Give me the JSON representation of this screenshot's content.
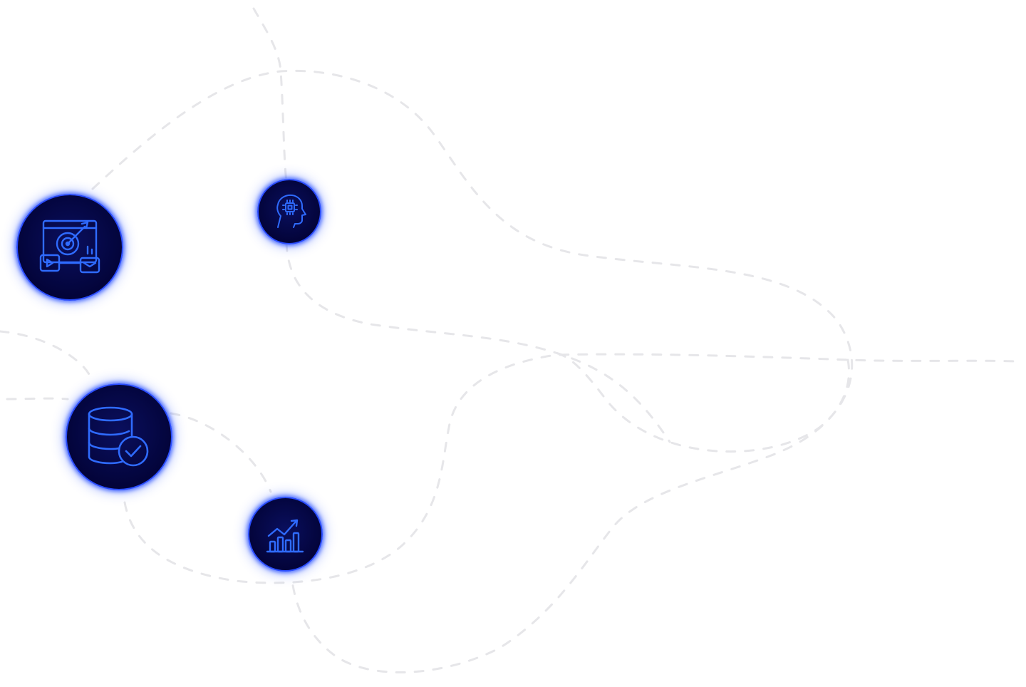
{
  "canvas": {
    "background": "#ffffff",
    "path_color": "#e6e6e9"
  },
  "theme": {
    "node_fill": "#03043a",
    "node_border": "#2a4dff",
    "icon_stroke": "#2f6bff"
  },
  "nodes": [
    {
      "name": "marketing-target-node",
      "icon": "marketing-target-icon"
    },
    {
      "name": "ai-head-node",
      "icon": "ai-head-chip-icon"
    },
    {
      "name": "database-check-node",
      "icon": "database-check-icon"
    },
    {
      "name": "growth-chart-node",
      "icon": "growth-chart-icon"
    }
  ]
}
